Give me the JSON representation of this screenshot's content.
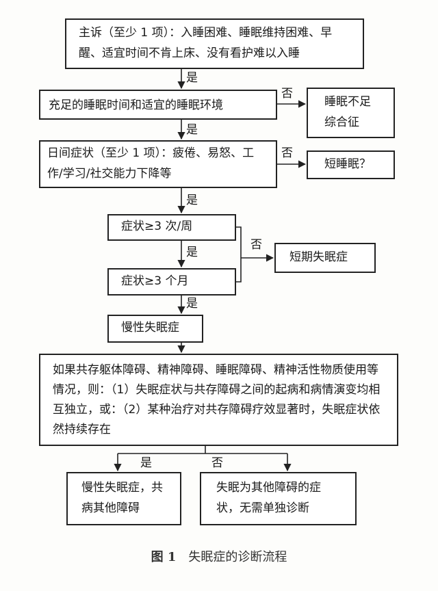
{
  "boxes": {
    "main_complaint": "主诉（至少 1 项）：入睡困难、睡眠维持困难、早醒、适宜时间不肯上床、没有看护难以入睡",
    "sufficient_sleep": "充足的睡眠时间和适宜的睡眠环境",
    "insufficient_sleep_syndrome": "睡眠不足综合征",
    "daytime_symptoms": "日间症状（至少 1 项）：疲倦、易怒、工作/学习/社交能力下降等",
    "short_sleep": "短睡眠？",
    "freq_per_week": "症状≥3 次/周",
    "short_term_insomnia": "短期失眠症",
    "duration_months": "症状≥3 个月",
    "chronic_insomnia": "慢性失眠症",
    "comorbidity_text": "如果共存躯体障碍、精神障碍、睡眠障碍、精神活性物质使用等情况，则：（1）失眠症状与共存障碍之间的起病和病情演变均相互独立，或：（2）某种治疗对共存障碍疗效显著时，失眠症状依然持续存在",
    "chronic_comorbid": "慢性失眠症，共病其他障碍",
    "symptom_of_other": "失眠为其他障碍的症状，无需单独诊断"
  },
  "labels": {
    "yes": "是",
    "no": "否"
  },
  "caption": {
    "figure_number": "图 1",
    "title": "失眠症的诊断流程"
  }
}
